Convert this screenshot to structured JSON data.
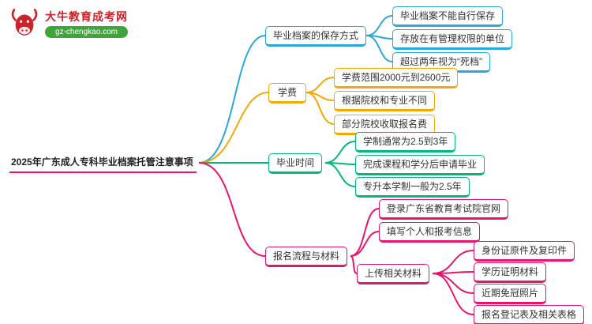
{
  "logo": {
    "title": "大牛教育成考网",
    "url": "gz-chengkao.com"
  },
  "root": {
    "label": "2025年广东成人专科毕业档案托管注意事项"
  },
  "colors": {
    "blue": "#2aa7dc",
    "yellow": "#f5a800",
    "green": "#00b87a",
    "pink": "#e6156e",
    "logo_red": "#cc2229",
    "logo_green": "#3fa53a"
  },
  "branches": [
    {
      "label": "毕业档案的保存方式",
      "color": "#2aa7dc",
      "children": [
        {
          "label": "毕业档案不能自行保存"
        },
        {
          "label": "存放在有管理权限的单位"
        },
        {
          "label": "超过两年视为“死档”"
        }
      ]
    },
    {
      "label": "学费",
      "color": "#f5a800",
      "children": [
        {
          "label": "学费范围2000元到2600元"
        },
        {
          "label": "根据院校和专业不同"
        },
        {
          "label": "部分院校收取报名费"
        }
      ]
    },
    {
      "label": "毕业时间",
      "color": "#00b87a",
      "children": [
        {
          "label": "学制通常为2.5到3年"
        },
        {
          "label": "完成课程和学分后申请毕业"
        },
        {
          "label": "专升本学制一般为2.5年"
        }
      ]
    },
    {
      "label": "报名流程与材料",
      "color": "#e6156e",
      "children": [
        {
          "label": "登录广东省教育考试院官网"
        },
        {
          "label": "填写个人和报考信息"
        },
        {
          "label": "上传相关材料",
          "children": [
            {
              "label": "身份证原件及复印件"
            },
            {
              "label": "学历证明材料"
            },
            {
              "label": "近期免冠照片"
            },
            {
              "label": "报名登记表及相关表格"
            }
          ]
        }
      ]
    }
  ]
}
